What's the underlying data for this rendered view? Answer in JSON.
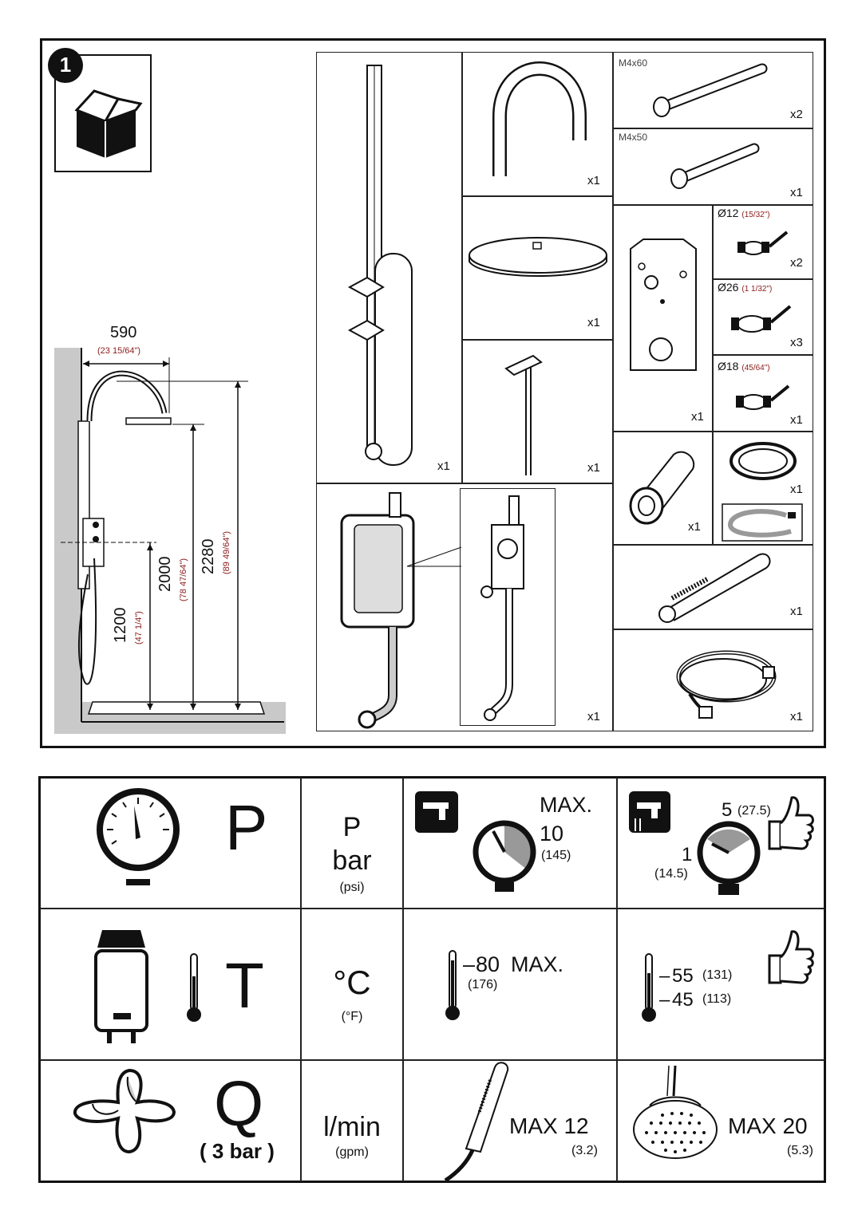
{
  "step_number": "1",
  "dimensions": {
    "width_mm": "590",
    "width_in": "(23 15/64\")",
    "h1_mm": "2280",
    "h1_in": "(89 49/64\")",
    "h2_mm": "2000",
    "h2_in": "(78 47/64\")",
    "h3_mm": "1200",
    "h3_in": "(47 1/4\")"
  },
  "parts": {
    "rail_qty": "x1",
    "arm_qty": "x1",
    "screw1_label": "M4x60",
    "screw1_qty": "x2",
    "screw2_label": "M4x50",
    "screw2_qty": "x1",
    "head_qty": "x1",
    "plate_qty": "x1",
    "clip12_label": "Ø12",
    "clip12_in": "(15/32\")",
    "clip12_qty": "x2",
    "clip26_label": "Ø26",
    "clip26_in": "(1 1/32\")",
    "clip26_qty": "x3",
    "clip18_label": "Ø18",
    "clip18_in": "(45/64\")",
    "clip18_qty": "x1",
    "key_qty": "x1",
    "adapter_qty": "x1",
    "ring_qty": "x1",
    "handshower_qty": "x1",
    "hose_qty": "x1",
    "valve_qty": "x1"
  },
  "specs": {
    "pressure": {
      "symbol": "P",
      "unit_main": "bar",
      "unit_p": "P",
      "unit_alt": "(psi)",
      "max_label": "MAX.",
      "max_value": "10",
      "max_alt": "(145)",
      "rec_high": "5",
      "rec_high_alt": "(27.5)",
      "rec_low": "1",
      "rec_low_alt": "(14.5)"
    },
    "temperature": {
      "symbol": "T",
      "unit_main": "°C",
      "unit_alt": "(°F)",
      "max_value": "80",
      "max_label": "MAX.",
      "max_alt": "(176)",
      "rec_high": "55",
      "rec_high_alt": "(131)",
      "rec_low": "45",
      "rec_low_alt": "(113)"
    },
    "flow": {
      "symbol": "Q",
      "pressure_note": "( 3 bar )",
      "unit_main": "l/min",
      "unit_alt": "(gpm)",
      "hand_max": "MAX 12",
      "hand_alt": "(3.2)",
      "head_max": "MAX 20",
      "head_alt": "(5.3)"
    }
  }
}
